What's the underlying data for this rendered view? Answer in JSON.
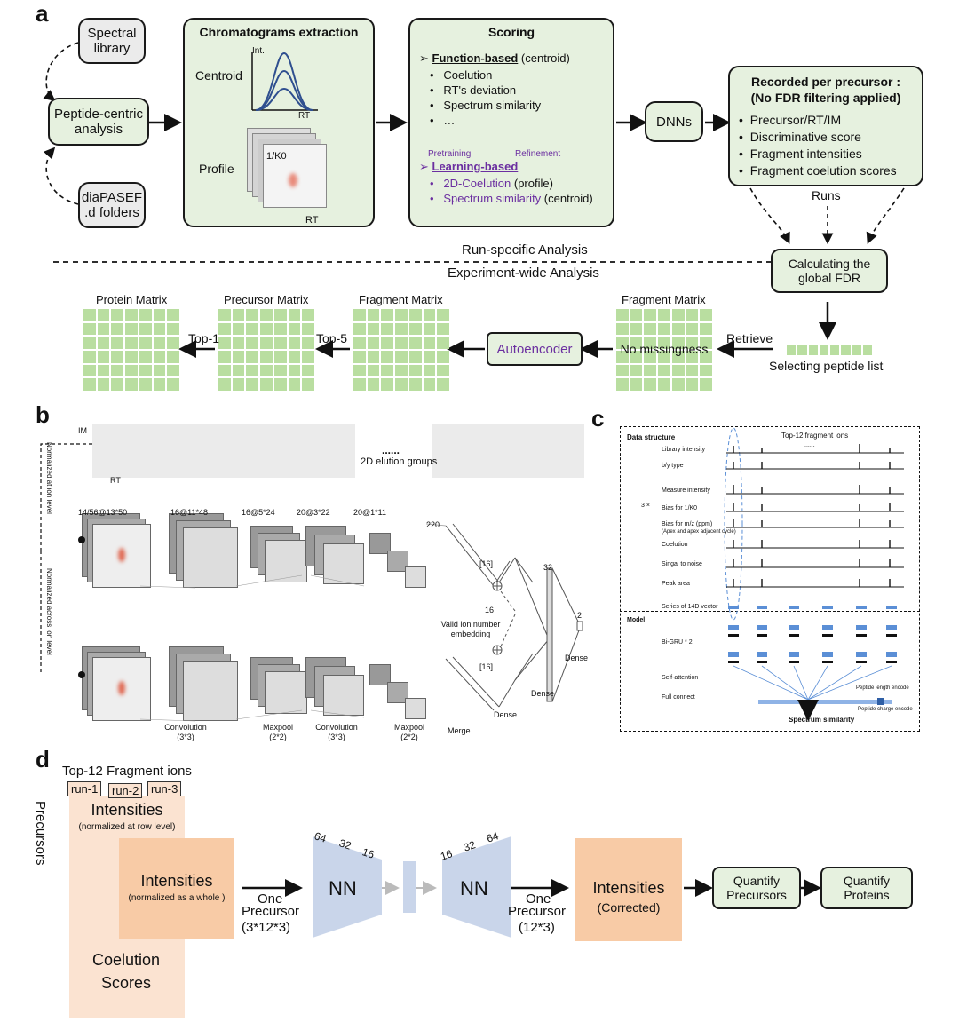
{
  "panels": {
    "a": "a",
    "b": "b",
    "c": "c",
    "d": "d"
  },
  "a": {
    "spectral_library": "Spectral library",
    "peptide_centric": "Peptide-centric analysis",
    "diapasef": "diaPASEF .d folders",
    "chrom": {
      "title": "Chromatograms extraction",
      "centroid": "Centroid",
      "int": "Int.",
      "rt": "RT",
      "profile": "Profile",
      "k0": "1/K0",
      "rt2": "RT"
    },
    "scoring": {
      "title": "Scoring",
      "function_based": "Function-based",
      "function_suffix": " (centroid)",
      "items": [
        "Coelution",
        "RT's deviation",
        "Spectrum similarity",
        "…"
      ],
      "pretraining": "Pretraining",
      "refinement": "Refinement",
      "learning_based": "Learning-based",
      "learn1": "2D-Coelution",
      "learn1_suffix": " (profile)",
      "learn2": "Spectrum similarity",
      "learn2_suffix": " (centroid)"
    },
    "dnns": "DNNs",
    "recorded": {
      "title1": "Recorded per precursor :",
      "title2": "(No FDR filtering applied)",
      "items": [
        "Precursor/RT/IM",
        "Discriminative score",
        "Fragment intensities",
        "Fragment coelution scores"
      ]
    },
    "runs": "Runs",
    "run_specific": "Run-specific Analysis",
    "experiment_wide": "Experiment-wide Analysis",
    "global_fdr": "Calculating the global FDR",
    "protein_matrix": "Protein Matrix",
    "precursor_matrix": "Precursor Matrix",
    "fragment_matrix": "Fragment Matrix",
    "fragment_matrix2": "Fragment Matrix",
    "top1": "Top-1",
    "top5": "Top-5",
    "autoencoder": "Autoencoder",
    "no_missingness": "No missingness",
    "retrieve": "Retrieve",
    "selecting": "Selecting peptide list"
  },
  "b": {
    "im": "IM",
    "rt": "RT",
    "elution": "2D elution groups",
    "dots": "......",
    "norm_ion": "Normalized at ion level",
    "norm_across": "Normalized across ion level",
    "dims": [
      "14/56@13*50",
      "16@11*48",
      "16@5*24",
      "20@3*22",
      "20@1*11"
    ],
    "n220": "220",
    "n16a": "[16]",
    "n16b": "16",
    "n16c": "[16]",
    "n32": "32",
    "n2": "2",
    "valid": "Valid ion number embedding",
    "layers": [
      "Convolution (3*3)",
      "Maxpool (2*2)",
      "Convolution (3*3)",
      "Maxpool (2*2)",
      "Merge"
    ],
    "dense1": "Dense",
    "dense2": "Dense",
    "dense3": "Dense"
  },
  "c": {
    "data_structure": "Data structure",
    "top12": "Top-12 fragment ions",
    "rows": [
      "Library intensity",
      "b/y type",
      "Measure intensity",
      "Bias for 1/K0",
      "Bias for m/z (ppm)",
      "Coelution",
      "Singal to noise",
      "Peak area"
    ],
    "apex": "(Apex and apex adjacent cycle)",
    "three_x": "3 ×",
    "dots": "......",
    "series": "Series of 14D vector",
    "model": "Model",
    "bigru": "Bi-GRU  * 2",
    "self_attention": "Self-attention",
    "full_connect": "Full connect",
    "peptide_length": "Peptide length encode",
    "peptide_charge": "Peptide charge encode",
    "spectrum_similarity": "Spectrum similarity"
  },
  "d": {
    "top12": "Top-12 Fragment ions",
    "runs": [
      "run-1",
      "run-2",
      "run-3"
    ],
    "precursors": "Precursors",
    "int1": "Intensities",
    "int1_sub": "(normalized at row level)",
    "int2": "Intensities",
    "int2_sub": "(normalized as a whole )",
    "coelution": "Coelution Scores",
    "one1": "One",
    "precursor1": "Precursor",
    "dim1": "(3*12*3)",
    "enc_nums": [
      "64",
      "32",
      "16"
    ],
    "dec_nums": [
      "16",
      "32",
      "64"
    ],
    "nn1": "NN",
    "nn2": "NN",
    "one2": "One",
    "precursor2": "Precursor",
    "dim2": "(12*3)",
    "int3": "Intensities",
    "int3_sub": "(Corrected)",
    "quant_prec": "Quantify Precursors",
    "quant_prot": "Quantify Proteins"
  }
}
